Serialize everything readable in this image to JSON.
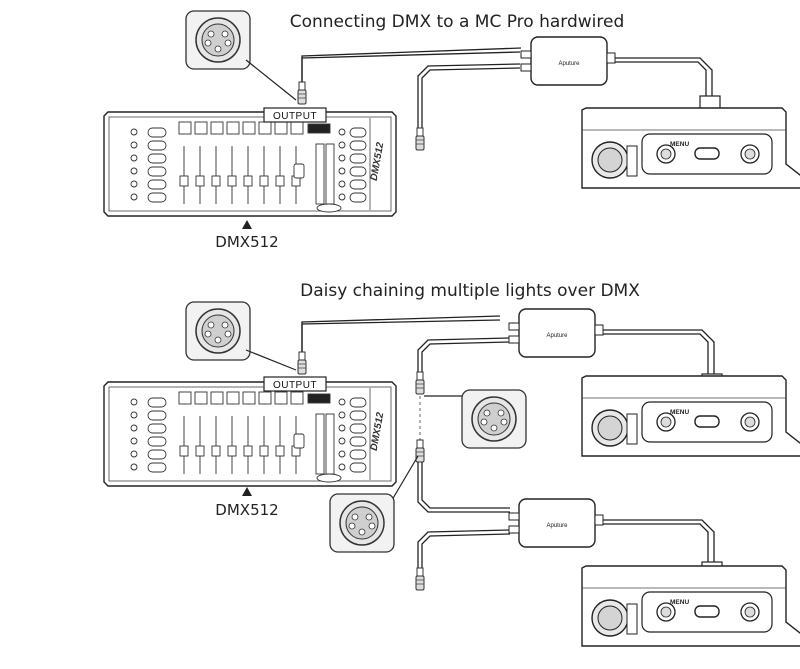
{
  "diagram": {
    "top_title": "Connecting DMX to a MC Pro hardwired",
    "bottom_title": "Daisy chaining multiple lights over DMX",
    "output_label": "OUTPUT",
    "console_label": "DMX512",
    "console_vertical_text": "DMX512",
    "adapter_brand": "Aputure",
    "menu_label": "MENU"
  },
  "colors": {
    "line": "#222222",
    "panel_fill": "#ffffff",
    "callout_fill": "#eeeeee",
    "connector_fill": "#cccccc"
  }
}
